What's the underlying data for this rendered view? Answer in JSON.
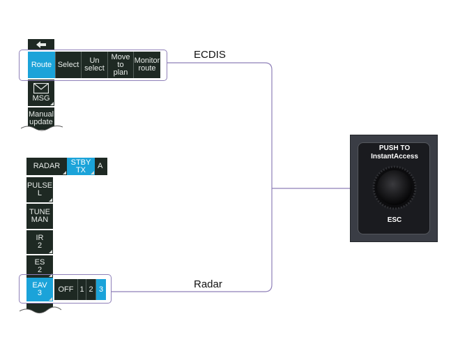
{
  "ecdis": {
    "back_icon": "arrow-left-icon",
    "route": "Route",
    "select": "Select",
    "unselect": "Un\nselect",
    "move_to_plan": "Move\nto\nplan",
    "monitor_route": "Monitor\nroute",
    "msg_icon": "envelope-icon",
    "msg": "MSG",
    "manual_update": "Manual\nupdate",
    "label": "ECDIS"
  },
  "radar": {
    "radar": "RADAR",
    "stby_tx": "STBY\nTX",
    "a_partial": "A",
    "pulse": "PULSE\nL",
    "tune": "TUNE\nMAN",
    "ir": "IR\n2",
    "es": "ES\n2",
    "eav": "EAV\n3",
    "off": "OFF",
    "opt1": "1",
    "opt2": "2",
    "opt3": "3",
    "label": "Radar"
  },
  "knob": {
    "push_to": "PUSH TO",
    "instant_access": "InstantAccess",
    "esc": "ESC"
  },
  "colors": {
    "accent_blue": "#1ba3d9",
    "panel": "#1e2923",
    "connector": "#8e7fb8"
  }
}
